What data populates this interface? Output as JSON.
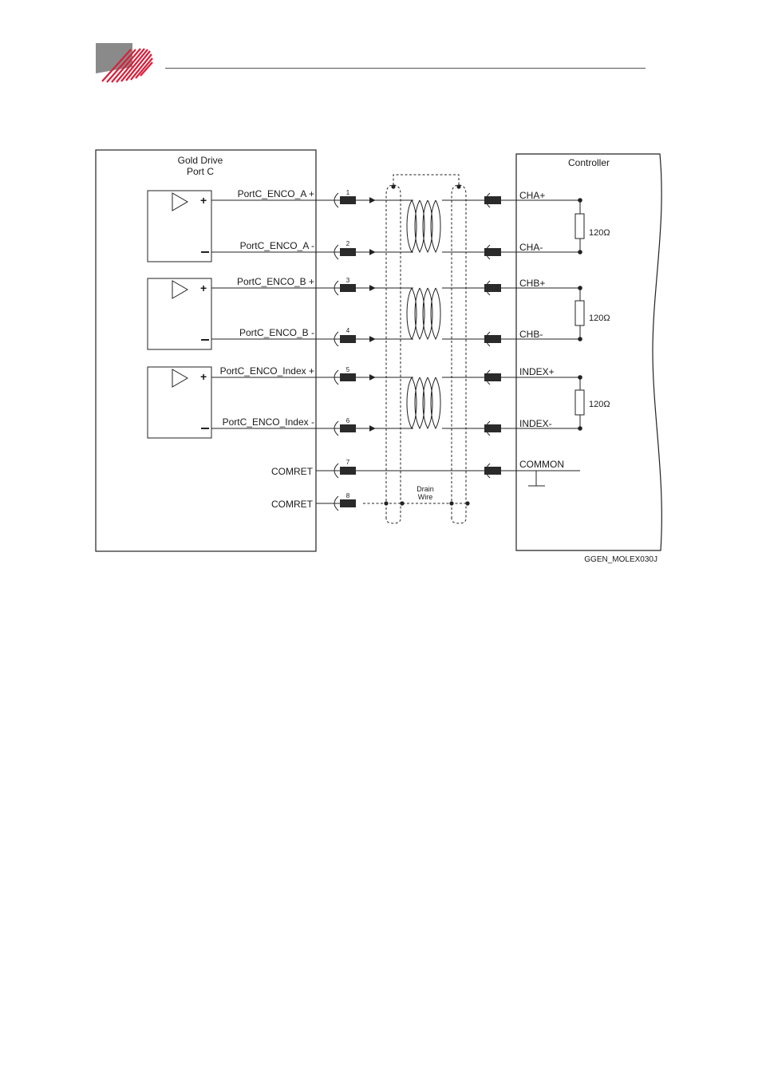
{
  "drive": {
    "title_line1": "Gold Drive",
    "title_line2": "Port C"
  },
  "controller": {
    "title": "Controller"
  },
  "drive_signals": [
    "PortC_ENCO_A +",
    "PortC_ENCO_A -",
    "PortC_ENCO_B +",
    "PortC_ENCO_B -",
    "PortC_ENCO_Index +",
    "PortC_ENCO_Index -",
    "COMRET",
    "COMRET"
  ],
  "pins": [
    "1",
    "2",
    "3",
    "4",
    "5",
    "6",
    "7",
    "8"
  ],
  "controller_signals": [
    "CHA+",
    "CHA-",
    "CHB+",
    "CHB-",
    "INDEX+",
    "INDEX-",
    "COMMON"
  ],
  "resistors": [
    "120Ω",
    "120Ω",
    "120Ω"
  ],
  "drain": {
    "line1": "Drain",
    "line2": "Wire"
  },
  "figure_id": "GGEN_MOLEX030J",
  "colors": {
    "brand_red": "#d81f3a",
    "brand_gray": "#8a8a8a",
    "line": "#222222"
  }
}
